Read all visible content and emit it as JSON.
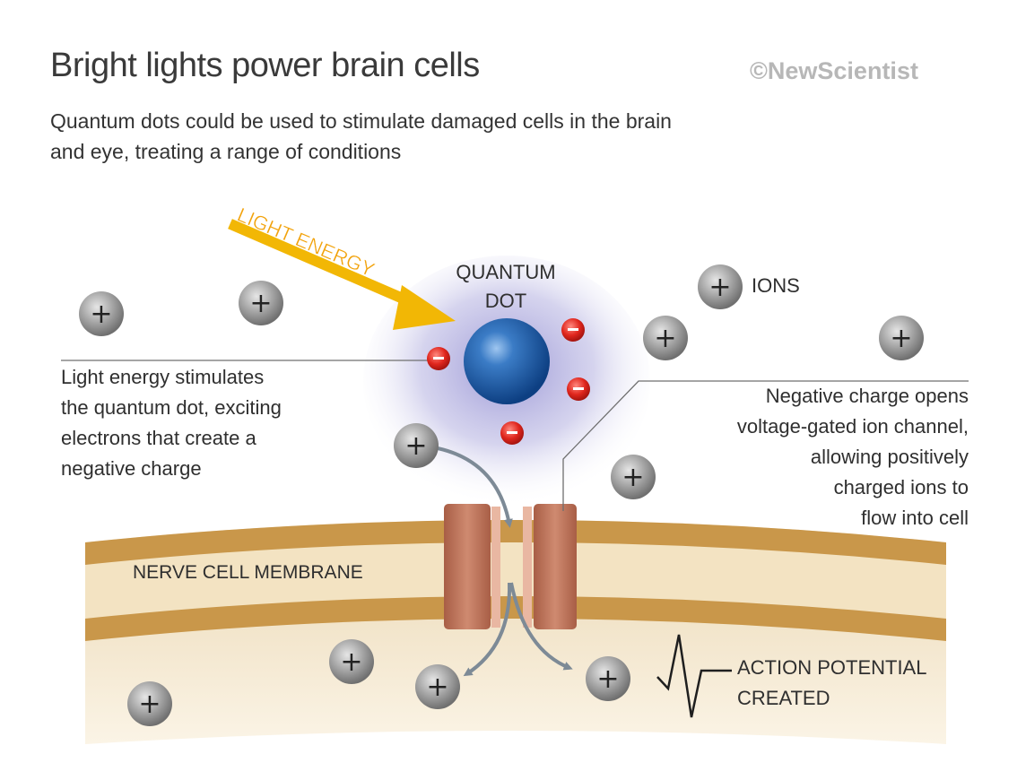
{
  "header": {
    "title": "Bright lights power brain cells",
    "credit": "©NewScientist",
    "subtitle_lines": [
      "Quantum dots could be used to stimulate damaged cells in the brain",
      "and eye, treating a range of conditions"
    ]
  },
  "labels": {
    "light_energy": "LIGHT ENERGY",
    "quantum_dot_lines": [
      "QUANTUM",
      "DOT"
    ],
    "ions": "IONS",
    "membrane": "NERVE CELL MEMBRANE",
    "action_potential_lines": [
      "ACTION POTENTIAL",
      "CREATED"
    ]
  },
  "descriptions": {
    "left_lines": [
      "Light energy stimulates",
      "the quantum dot, exciting",
      "electrons that create a",
      "negative charge"
    ],
    "right_lines": [
      "Negative charge opens",
      "voltage-gated ion channel,",
      "allowing positively",
      "charged ions to",
      "flow into cell"
    ]
  },
  "symbols": {
    "ion_sign": "+",
    "electron_sign": "-"
  },
  "colors": {
    "light_arrow": "#f2b705",
    "quantum_dot": "#1d5ea8",
    "electron": "#d92a22",
    "ion": "#8e8e8e",
    "membrane": "#c9974a",
    "channel": "#c0735a",
    "glow": "#9a96d2"
  }
}
